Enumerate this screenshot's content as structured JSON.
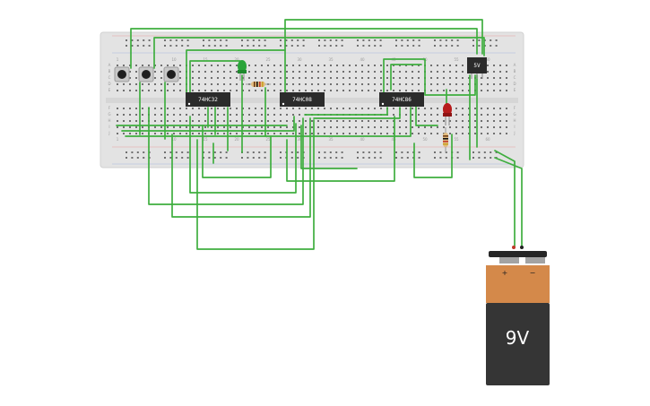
{
  "breadboard": {
    "column_numbers": [
      "1",
      "10",
      "15",
      "20",
      "25",
      "30",
      "35",
      "40",
      "45",
      "50",
      "55",
      "60"
    ],
    "row_letters_left": [
      "A",
      "B",
      "C",
      "D",
      "E",
      "F",
      "G",
      "H",
      "I",
      "J"
    ],
    "row_letters_right": [
      "A",
      "B",
      "C",
      "D",
      "E",
      "F",
      "G",
      "H",
      "I",
      "J"
    ]
  },
  "chips": [
    {
      "id": "u1",
      "label": "74HC32"
    },
    {
      "id": "u2",
      "label": "74HC08"
    },
    {
      "id": "u3",
      "label": "74HC86"
    }
  ],
  "regulator": {
    "label": "5V"
  },
  "battery": {
    "label": "9V",
    "plus": "+",
    "minus": "−"
  },
  "colors": {
    "wire": "#3fae3f",
    "breadboard": "#e3e3e3",
    "chip": "#2b2b2b",
    "battery_top": "#d4894a",
    "battery_body": "#353535",
    "led_green": "#2aa43a",
    "led_red": "#b71c1c"
  },
  "components": {
    "buttons": [
      "pushbutton-1",
      "pushbutton-2",
      "pushbutton-3"
    ],
    "leds": [
      "green-led",
      "red-led"
    ],
    "resistors": [
      "resistor-1",
      "resistor-2"
    ]
  }
}
